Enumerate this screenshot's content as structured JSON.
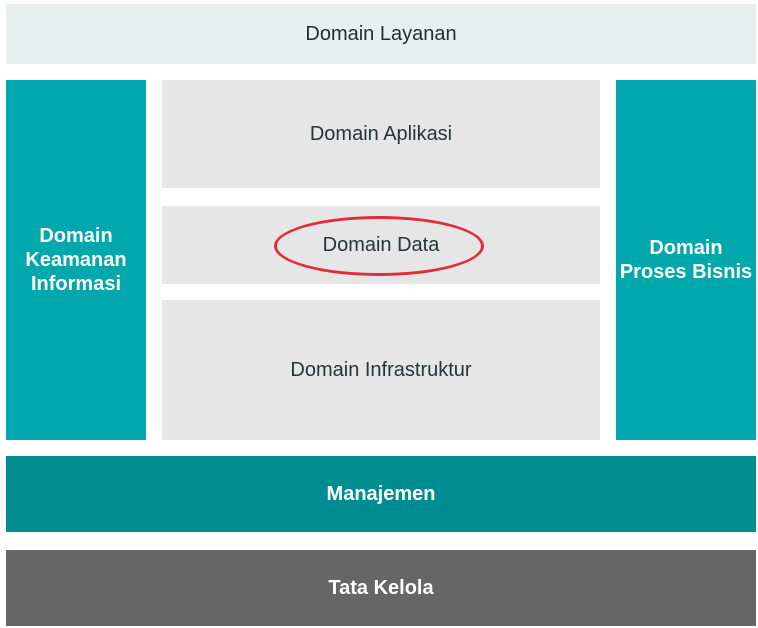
{
  "diagram": {
    "top": {
      "label": "Domain Layanan"
    },
    "left": {
      "label": "Domain\nKeamanan\nInformasi"
    },
    "center": {
      "aplikasi": "Domain Aplikasi",
      "data": "Domain Data",
      "infrastruktur": "Domain Infrastruktur"
    },
    "right": {
      "label": "Domain\nProses Bisnis"
    },
    "manajemen": {
      "label": "Manajemen"
    },
    "tata_kelola": {
      "label": "Tata Kelola"
    }
  },
  "colors": {
    "light_top": "#e9eeee",
    "grey_block": "#e6e6e6",
    "teal": "#00a7ad",
    "dark_teal": "#008d92",
    "dark_grey": "#666666",
    "highlight": "#e32b39"
  }
}
